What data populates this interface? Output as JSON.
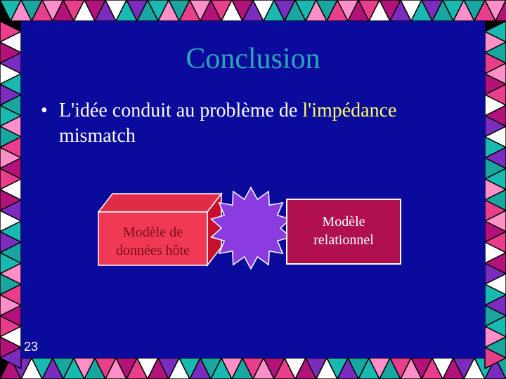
{
  "slide": {
    "title": "Conclusion",
    "bullet": {
      "text_before": "L'idée conduit au problème de ",
      "highlight": "l'impédance",
      "text_after": "mismatch"
    },
    "left_box_label_line1": "Modèle de",
    "left_box_label_line2": "données hôte",
    "right_box_label_line1": "Modèle",
    "right_box_label_line2": "relationnel",
    "page_number": "23"
  },
  "colors": {
    "background": "#0a0a9c",
    "title": "#2aa6b8",
    "highlight": "#ffff66",
    "cube_front": "#f03a55",
    "cube_side": "#c8102e",
    "star": "#8a3ce0",
    "right_box": "#b0104e"
  },
  "icons": [
    "triangle-border-pattern",
    "starburst-icon",
    "cube-shape"
  ]
}
